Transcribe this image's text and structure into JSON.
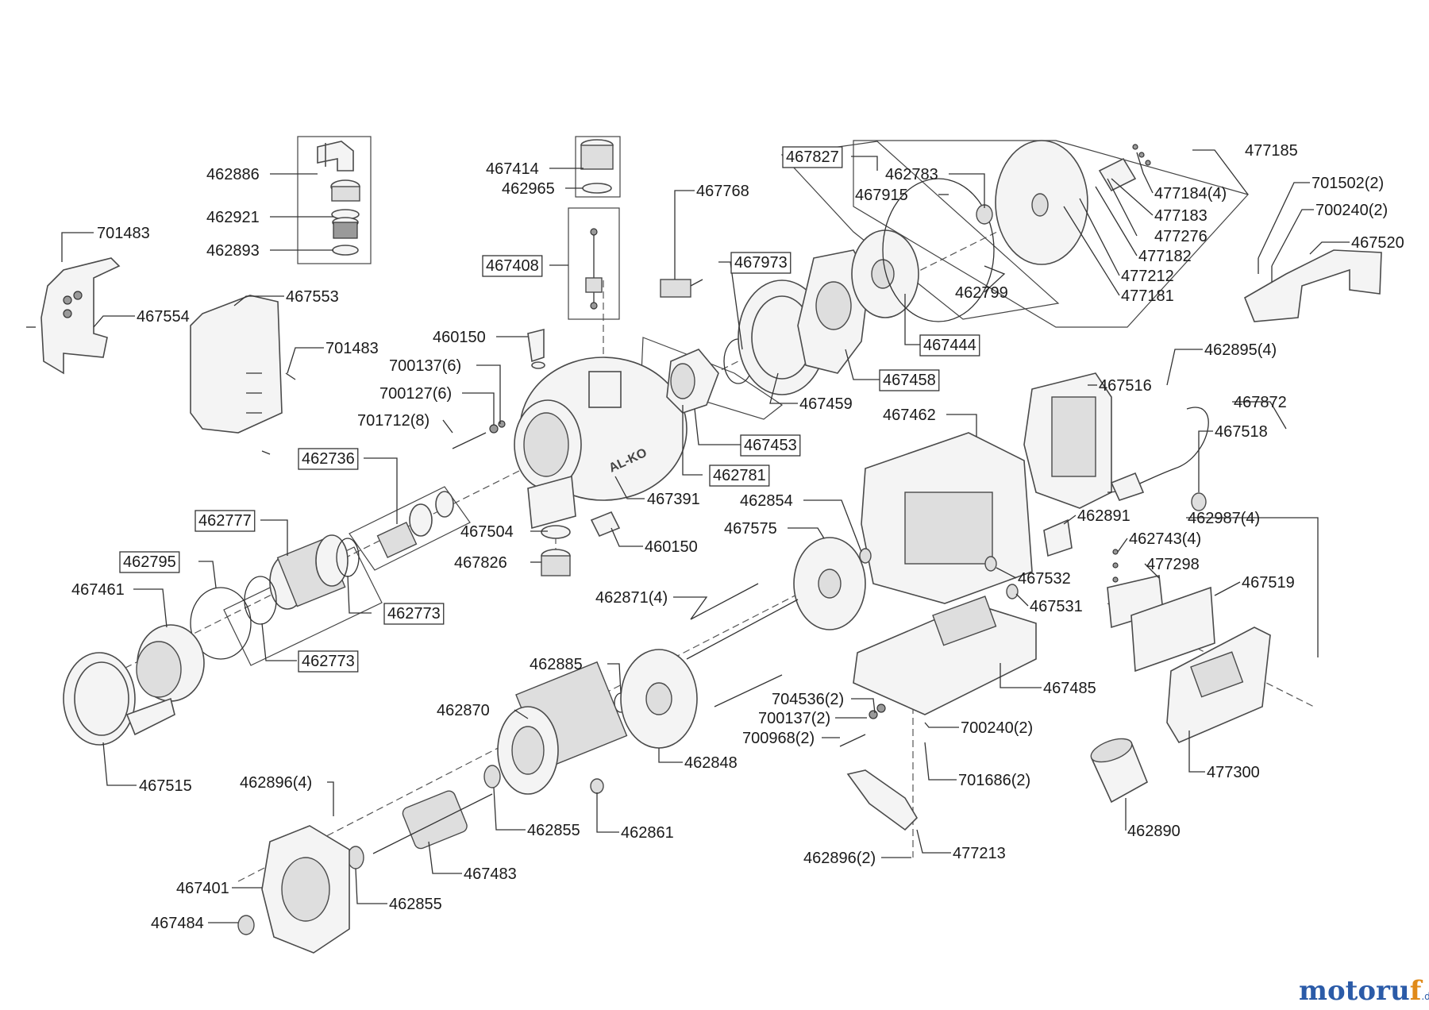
{
  "parts": [
    {
      "id": "p1",
      "num": "701483",
      "boxed": false
    },
    {
      "id": "p2",
      "num": "467554",
      "boxed": false
    },
    {
      "id": "p3",
      "num": "462886",
      "boxed": false
    },
    {
      "id": "p4",
      "num": "462921",
      "boxed": false
    },
    {
      "id": "p5",
      "num": "462893",
      "boxed": false
    },
    {
      "id": "p6",
      "num": "467553",
      "boxed": false
    },
    {
      "id": "p7",
      "num": "701483",
      "boxed": false
    },
    {
      "id": "p8",
      "num": "467414",
      "boxed": false
    },
    {
      "id": "p9",
      "num": "462965",
      "boxed": false
    },
    {
      "id": "p10",
      "num": "467768",
      "boxed": false
    },
    {
      "id": "p11",
      "num": "467408",
      "boxed": true
    },
    {
      "id": "p12",
      "num": "460150",
      "boxed": false
    },
    {
      "id": "p13",
      "num": "700137(6)",
      "boxed": false
    },
    {
      "id": "p14",
      "num": "700127(6)",
      "boxed": false
    },
    {
      "id": "p15",
      "num": "701712(8)",
      "boxed": false
    },
    {
      "id": "p16",
      "num": "462736",
      "boxed": true
    },
    {
      "id": "p17",
      "num": "462777",
      "boxed": true
    },
    {
      "id": "p18",
      "num": "462795",
      "boxed": true
    },
    {
      "id": "p19",
      "num": "467461",
      "boxed": false
    },
    {
      "id": "p20",
      "num": "462773",
      "boxed": true
    },
    {
      "id": "p21",
      "num": "462773",
      "boxed": true
    },
    {
      "id": "p22",
      "num": "467515",
      "boxed": false
    },
    {
      "id": "p23",
      "num": "467827",
      "boxed": true
    },
    {
      "id": "p24",
      "num": "462783",
      "boxed": false
    },
    {
      "id": "p25",
      "num": "467915",
      "boxed": false
    },
    {
      "id": "p26",
      "num": "467973",
      "boxed": true
    },
    {
      "id": "p27",
      "num": "462799",
      "boxed": false
    },
    {
      "id": "p28",
      "num": "467444",
      "boxed": true
    },
    {
      "id": "p29",
      "num": "467458",
      "boxed": true
    },
    {
      "id": "p30",
      "num": "467459",
      "boxed": false
    },
    {
      "id": "p31",
      "num": "467453",
      "boxed": true
    },
    {
      "id": "p32",
      "num": "462781",
      "boxed": true
    },
    {
      "id": "p33",
      "num": "467391",
      "boxed": false
    },
    {
      "id": "p34",
      "num": "467504",
      "boxed": false
    },
    {
      "id": "p35",
      "num": "467826",
      "boxed": false
    },
    {
      "id": "p36",
      "num": "460150",
      "boxed": false
    },
    {
      "id": "p37",
      "num": "477185",
      "boxed": false
    },
    {
      "id": "p38",
      "num": "477184(4)",
      "boxed": false
    },
    {
      "id": "p39",
      "num": "477183",
      "boxed": false
    },
    {
      "id": "p40",
      "num": "477276",
      "boxed": false
    },
    {
      "id": "p41",
      "num": "477182",
      "boxed": false
    },
    {
      "id": "p42",
      "num": "477212",
      "boxed": false
    },
    {
      "id": "p43",
      "num": "477181",
      "boxed": false
    },
    {
      "id": "p44",
      "num": "701502(2)",
      "boxed": false
    },
    {
      "id": "p45",
      "num": "700240(2)",
      "boxed": false
    },
    {
      "id": "p46",
      "num": "467520",
      "boxed": false
    },
    {
      "id": "p47",
      "num": "462895(4)",
      "boxed": false
    },
    {
      "id": "p48",
      "num": "467516",
      "boxed": false
    },
    {
      "id": "p49",
      "num": "467872",
      "boxed": false
    },
    {
      "id": "p50",
      "num": "467518",
      "boxed": false
    },
    {
      "id": "p51",
      "num": "467462",
      "boxed": false
    },
    {
      "id": "p52",
      "num": "462854",
      "boxed": false
    },
    {
      "id": "p53",
      "num": "467575",
      "boxed": false
    },
    {
      "id": "p54",
      "num": "462891",
      "boxed": false
    },
    {
      "id": "p55",
      "num": "462743(4)",
      "boxed": false
    },
    {
      "id": "p56",
      "num": "462987(4)",
      "boxed": false
    },
    {
      "id": "p57",
      "num": "477298",
      "boxed": false
    },
    {
      "id": "p58",
      "num": "467519",
      "boxed": false
    },
    {
      "id": "p59",
      "num": "467532",
      "boxed": false
    },
    {
      "id": "p60",
      "num": "467531",
      "boxed": false
    },
    {
      "id": "p61",
      "num": "462871(4)",
      "boxed": false
    },
    {
      "id": "p62",
      "num": "462885",
      "boxed": false
    },
    {
      "id": "p63",
      "num": "462870",
      "boxed": false
    },
    {
      "id": "p64",
      "num": "462848",
      "boxed": false
    },
    {
      "id": "p65",
      "num": "467485",
      "boxed": false
    },
    {
      "id": "p66",
      "num": "704536(2)",
      "boxed": false
    },
    {
      "id": "p67",
      "num": "700137(2)",
      "boxed": false
    },
    {
      "id": "p68",
      "num": "700968(2)",
      "boxed": false
    },
    {
      "id": "p69",
      "num": "700240(2)",
      "boxed": false
    },
    {
      "id": "p70",
      "num": "701686(2)",
      "boxed": false
    },
    {
      "id": "p71",
      "num": "477300",
      "boxed": false
    },
    {
      "id": "p72",
      "num": "462890",
      "boxed": false
    },
    {
      "id": "p73",
      "num": "462896(4)",
      "boxed": false
    },
    {
      "id": "p74",
      "num": "462855",
      "boxed": false
    },
    {
      "id": "p75",
      "num": "462861",
      "boxed": false
    },
    {
      "id": "p76",
      "num": "467483",
      "boxed": false
    },
    {
      "id": "p77",
      "num": "467401",
      "boxed": false
    },
    {
      "id": "p78",
      "num": "462855",
      "boxed": false
    },
    {
      "id": "p79",
      "num": "467484",
      "boxed": false
    },
    {
      "id": "p80",
      "num": "477213",
      "boxed": false
    },
    {
      "id": "p81",
      "num": "462896(2)",
      "boxed": false
    }
  ],
  "brand": {
    "mark_text": "AL-KO"
  },
  "watermark": {
    "part1": "moto",
    "part2": "r",
    "part3": "u",
    "part4": "f",
    "suffix": ".de"
  }
}
